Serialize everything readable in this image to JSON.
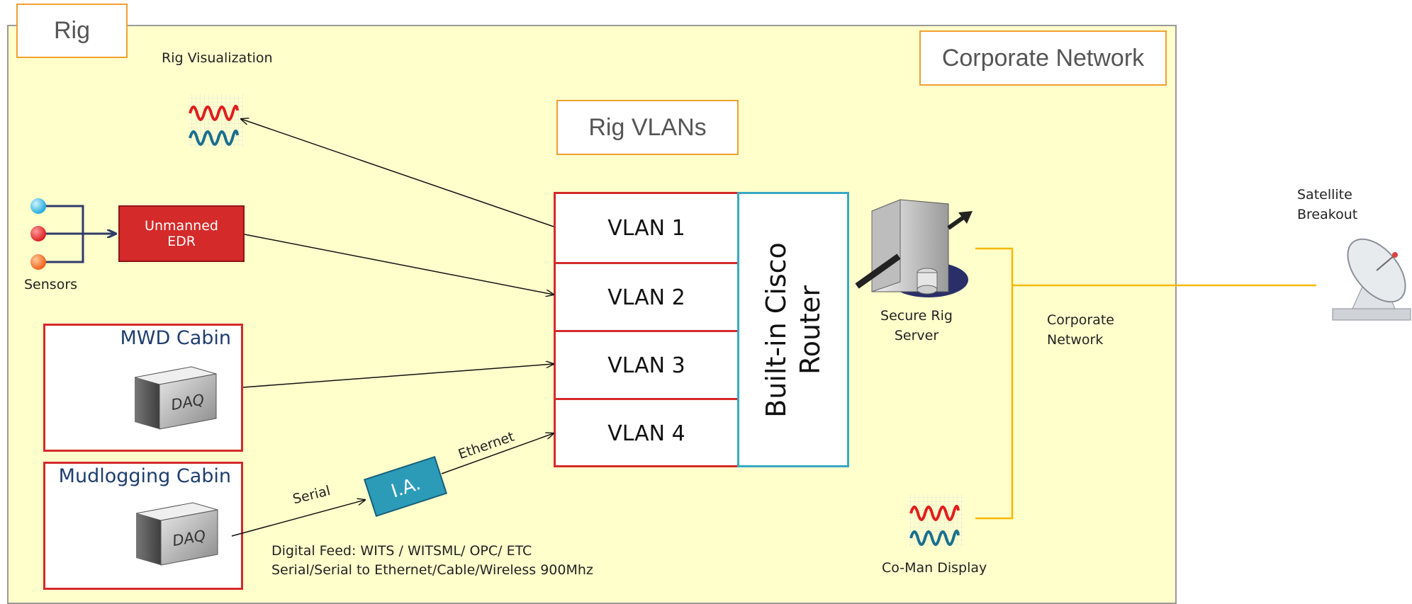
{
  "labels": {
    "rig": "Rig",
    "corporate_network_box": "Corporate Network",
    "rig_vlans": "Rig VLANs",
    "rig_visualization": "Rig Visualization",
    "sensors": "Sensors",
    "unmanned_edr": "Unmanned\nEDR",
    "mwd_cabin": "MWD Cabin",
    "mudlogging_cabin": "Mudlogging Cabin",
    "daq": "DAQ",
    "ia": "I.A.",
    "serial": "Serial",
    "ethernet": "Ethernet",
    "digital_feed_line1": "Digital Feed: WITS / WITSML/ OPC/ ETC",
    "digital_feed_line2": "Serial/Serial to Ethernet/Cable/Wireless 900Mhz",
    "router": "Built-in Cisco\nRouter",
    "secure_rig_server_line1": "Secure Rig",
    "secure_rig_server_line2": "Server",
    "corporate_network_line1": "Corporate",
    "corporate_network_line2": "Network",
    "satellite_line1": "Satellite",
    "satellite_line2": "Breakout",
    "coman_display": "Co-Man Display"
  },
  "vlans": [
    "VLAN 1",
    "VLAN 2",
    "VLAN 3",
    "VLAN 4"
  ],
  "colors": {
    "panel": "#ffffcc",
    "accent_orange": "#f0a030",
    "vlan_red": "#d42a2a",
    "router_blue": "#38a8c4",
    "ia_teal": "#2c9bb8",
    "link_yellow": "#f5b800",
    "cabin_title": "#1f3e6e"
  },
  "icons": [
    "waveform-chart-icon",
    "sensor-dot-icon",
    "daq-box-icon",
    "server-icon",
    "satellite-dish-icon"
  ]
}
